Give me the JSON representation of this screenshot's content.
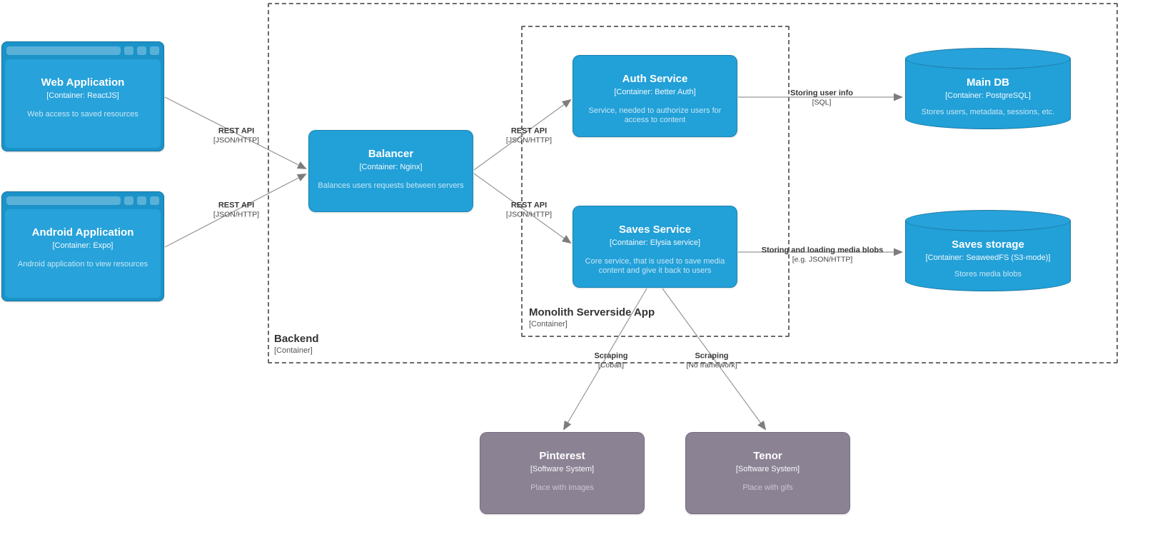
{
  "boundaries": {
    "backend": {
      "label": "Backend",
      "type": "[Container]"
    },
    "monolith": {
      "label": "Monolith Serverside App",
      "type": "[Container]"
    }
  },
  "nodes": {
    "web_app": {
      "title": "Web Application",
      "subtitle": "[Container: ReactJS]",
      "description": "Web access to saved resources"
    },
    "android_app": {
      "title": "Android Application",
      "subtitle": "[Container: Expo]",
      "description": "Android application to view resources"
    },
    "balancer": {
      "title": "Balancer",
      "subtitle": "[Container: Nginx]",
      "description": "Balances users requests between servers"
    },
    "auth_service": {
      "title": "Auth Service",
      "subtitle": "[Container: Better Auth]",
      "description": "Service, needed to authorize users for access to content"
    },
    "saves_service": {
      "title": "Saves Service",
      "subtitle": "[Container: Elysia service]",
      "description": "Core service, that is used to save media content and give it back to users"
    },
    "main_db": {
      "title": "Main DB",
      "subtitle": "[Container: PostgreSQL]",
      "description": "Stores users, metadata, sessions, etc."
    },
    "saves_storage": {
      "title": "Saves storage",
      "subtitle": "[Container: SeaweedFS (S3-mode)]",
      "description": "Stores media blobs"
    },
    "pinterest": {
      "title": "Pinterest",
      "subtitle": "[Software System]",
      "description": "Place with images"
    },
    "tenor": {
      "title": "Tenor",
      "subtitle": "[Software System]",
      "description": "Place with gifs"
    }
  },
  "edges": {
    "web_to_balancer": {
      "label": "REST API",
      "tech": "[JSON/HTTP]"
    },
    "android_to_balancer": {
      "label": "REST API",
      "tech": "[JSON/HTTP]"
    },
    "balancer_to_auth": {
      "label": "REST API",
      "tech": "[JSON/HTTP]"
    },
    "balancer_to_saves": {
      "label": "REST API",
      "tech": "[JSON/HTTP]"
    },
    "auth_to_maindb": {
      "label": "Storing user info",
      "tech": "[SQL]"
    },
    "saves_to_storage": {
      "label": "Storing and loading media blobs",
      "tech": "[e.g. JSON/HTTP]"
    },
    "saves_to_pinterest": {
      "label": "Scraping",
      "tech": "[Cobalt]"
    },
    "saves_to_tenor": {
      "label": "Scraping",
      "tech": "[No framework]"
    }
  },
  "colors": {
    "container_fill": "#22a0d8",
    "container_fill_light": "#27a2da",
    "external_fill": "#8b8294",
    "edge_line": "#969696",
    "arrowhead": "#7d7d7d",
    "boundary_dash": "#6b6b6b"
  }
}
